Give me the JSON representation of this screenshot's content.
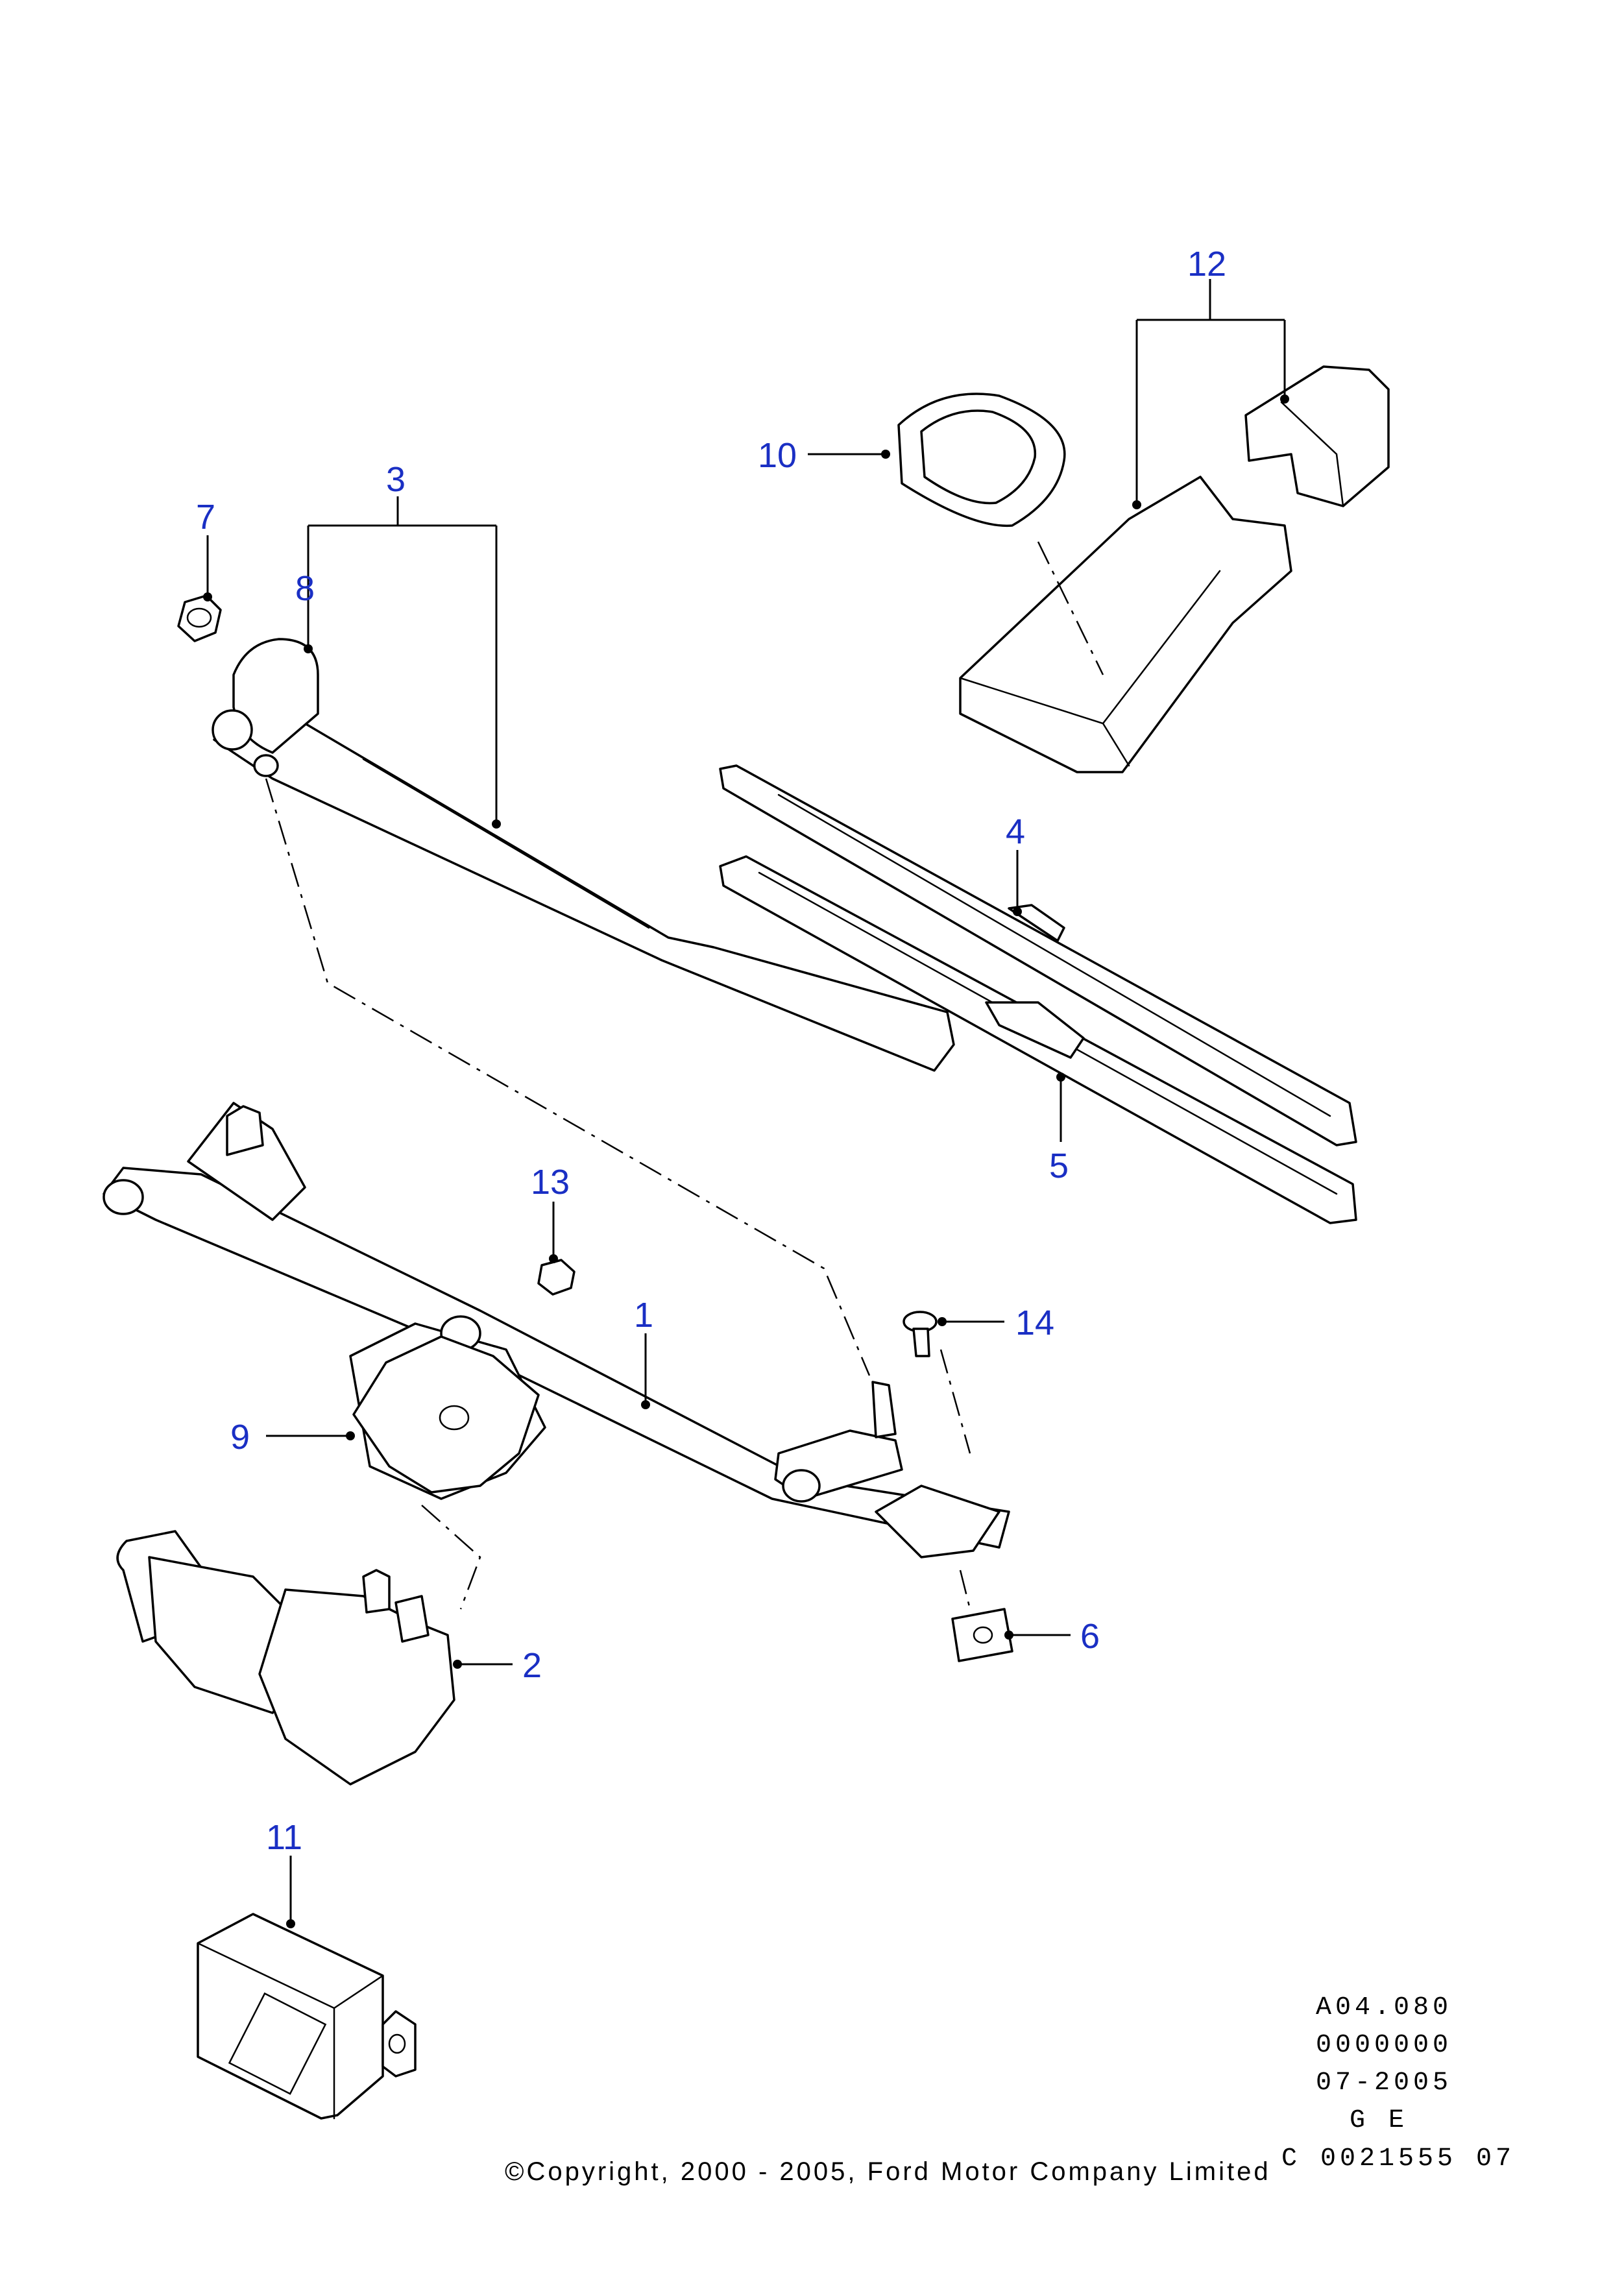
{
  "diagram": {
    "callouts": [
      {
        "id": "c1",
        "label": "1"
      },
      {
        "id": "c2",
        "label": "2"
      },
      {
        "id": "c3",
        "label": "3"
      },
      {
        "id": "c4",
        "label": "4"
      },
      {
        "id": "c5",
        "label": "5"
      },
      {
        "id": "c6",
        "label": "6"
      },
      {
        "id": "c7",
        "label": "7"
      },
      {
        "id": "c8",
        "label": "8"
      },
      {
        "id": "c9",
        "label": "9"
      },
      {
        "id": "c10",
        "label": "10"
      },
      {
        "id": "c11",
        "label": "11"
      },
      {
        "id": "c12",
        "label": "12"
      },
      {
        "id": "c13",
        "label": "13"
      },
      {
        "id": "c14",
        "label": "14"
      }
    ]
  },
  "info_block": {
    "line1": "A04.080",
    "line2": "0000000",
    "line3": "07-2005",
    "line4": "G E",
    "line5": "C 0021555 07"
  },
  "copyright": "©Copyright, 2000 - 2005, Ford Motor Company Limited",
  "colors": {
    "callout": "#1a2fc4",
    "line": "#000000",
    "background": "#ffffff"
  }
}
